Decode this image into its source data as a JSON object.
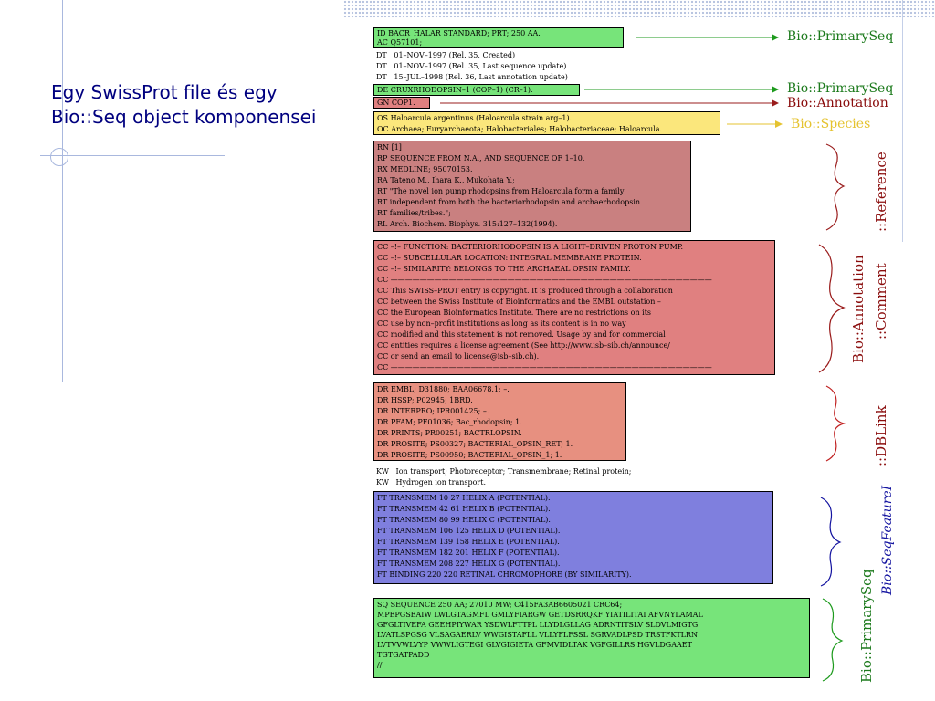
{
  "title": {
    "line1": "Egy SwissProt file és egy",
    "line2": "Bio::Seq object komponensei"
  },
  "record": {
    "id_ac": [
      "ID   BACR_HALAR     STANDARD;      PRT;   250 AA.",
      "AC   Q57101;"
    ],
    "dt": [
      "DT   01–NOV–1997 (Rel. 35, Created)",
      "DT   01–NOV–1997 (Rel. 35, Last sequence update)",
      "DT   15–JUL–1998 (Rel. 36, Last annotation update)"
    ],
    "de": "DE   CRUXRHODOPSIN–1 (COP–1) (CR–1).",
    "gn": "GN   COP1.",
    "os_oc": [
      "OS   Haloarcula argentinus (Haloarcula strain arg–1).",
      "OC   Archaea; Euryarchaeota; Halobacteriales; Halobacteriaceae; Haloarcula."
    ],
    "ref": [
      "RN   [1]",
      "RP   SEQUENCE FROM N.A., AND SEQUENCE OF 1–10.",
      "RX   MEDLINE; 95070153.",
      "RA   Tateno M., Ihara K., Mukohata Y.;",
      "RT   \"The novel ion pump rhodopsins from Haloarcula form a family",
      "RT   independent from both the bacteriorhodopsin and archaerhodopsin",
      "RT   families/tribes.\";",
      "RL   Arch. Biochem. Biophys. 315:127–132(1994)."
    ],
    "cc": [
      "CC   –!– FUNCTION: BACTERIORHODOPSIN IS A LIGHT–DRIVEN PROTON PUMP.",
      "CC   –!– SUBCELLULAR LOCATION: INTEGRAL MEMBRANE PROTEIN.",
      "CC   –!– SIMILARITY: BELONGS TO THE ARCHAEAL OPSIN FAMILY.",
      "CC   ————————————————————————————————————————————",
      "CC   This SWISS–PROT entry is copyright. It is produced through a collaboration",
      "CC   between  the Swiss Institute of Bioinformatics  and the  EMBL outstation –",
      "CC   the European Bioinformatics Institute.  There are no  restrictions on  its",
      "CC   use  by  non–profit  institutions as long  as its content  is  in  no  way",
      "CC   modified and this statement is not removed.  Usage  by  and for commercial",
      "CC   entities requires a license agreement (See http://www.isb–sib.ch/announce/",
      "CC   or send an email to license@isb–sib.ch).",
      "CC   ————————————————————————————————————————————"
    ],
    "dr": [
      "DR   EMBL; D31880; BAA06678.1; –.",
      "DR   HSSP; P02945; 1BRD.",
      "DR   INTERPRO; IPR001425; –.",
      "DR   PFAM; PF01036; Bac_rhodopsin; 1.",
      "DR   PRINTS; PR00251; BACTRLOPSIN.",
      "DR   PROSITE; PS00327; BACTERIAL_OPSIN_RET; 1.",
      "DR   PROSITE; PS00950; BACTERIAL_OPSIN_1; 1."
    ],
    "kw": [
      "KW   Ion transport; Photoreceptor; Transmembrane; Retinal protein;",
      "KW   Hydrogen ion transport."
    ],
    "ft": [
      "FT   TRANSMEM     10     27        HELIX A (POTENTIAL).",
      "FT   TRANSMEM     42     61        HELIX B (POTENTIAL).",
      "FT   TRANSMEM     80     99        HELIX C (POTENTIAL).",
      "FT   TRANSMEM    106    125        HELIX D (POTENTIAL).",
      "FT   TRANSMEM    139    158        HELIX E (POTENTIAL).",
      "FT   TRANSMEM    182    201        HELIX F (POTENTIAL).",
      "FT   TRANSMEM    208    227        HELIX G (POTENTIAL).",
      "FT   BINDING      220    220      RETINAL CHROMOPHORE (BY SIMILARITY)."
    ],
    "sq": [
      "SQ   SEQUENCE   250 AA;  27010 MW;  C415FA3AB6605021 CRC64;",
      "     MPEPGSEAIW LWLGTAGMFL GMLYFIARGW GETDSRRQKF YIATILITAI AFVNYLAMAL",
      "     GFGLTIVEFA GEEHPIYWAR YSDWLFTTPL LLYDLGLLAG ADRNTITSLV SLDVLMIGTG",
      "     LVATLSPGSG VLSAGAERLV WWGISTAFLL VLLYFLFSSL SGRVADLPSD TRSTFKTLRN",
      "     LVTVVWLVYP VWWLIGTEGI GLVGIGIETA GFMVIDLTAK VGFGILLRS HGVLDGAAET",
      "     TGTGATPADD",
      "//"
    ]
  },
  "labels": {
    "primaryseq1": "Bio::PrimarySeq",
    "primaryseq2": "Bio::PrimarySeq",
    "annotation1": "Bio::Annotation",
    "species": "Bio::Species",
    "reference": "::Reference",
    "bio_annotation_v": "Bio::Annotation",
    "comment": "::Comment",
    "dblink": "::DBLink",
    "seqfeature": "Bio::SeqFeatureI",
    "primaryseq_v": "Bio::PrimarySeq"
  },
  "colors": {
    "green_box": "#77e47a",
    "yellow_box": "#fbe77c",
    "rose_box": "#c98080",
    "red_box": "#e08080",
    "salmon_box": "#e79080",
    "blue_box": "#7f7fde",
    "green_label": "#1c7a1c",
    "red_label": "#8a0d0d",
    "yellow_label": "#e5c330",
    "blue_label": "#1414a0"
  }
}
